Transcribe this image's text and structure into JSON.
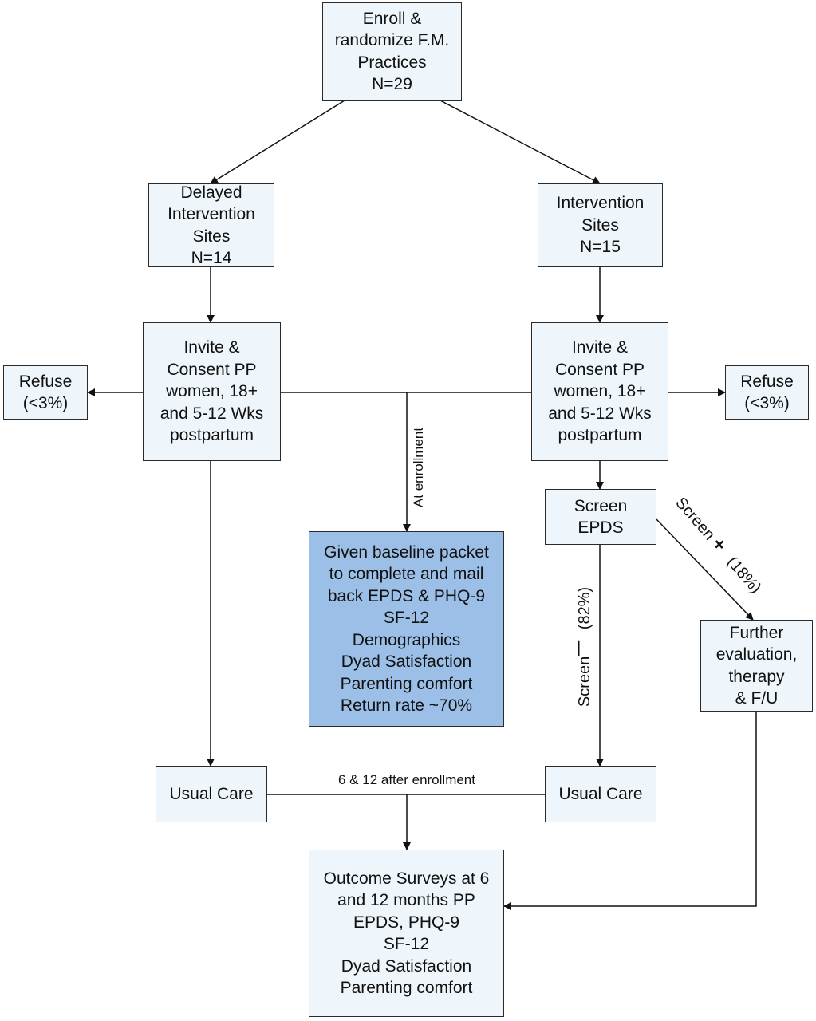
{
  "nodes": {
    "enroll": [
      "Enroll &",
      "randomize F.M.",
      "Practices",
      "N=29"
    ],
    "delayed_sites": [
      "Delayed",
      "Intervention",
      "Sites",
      "N=14"
    ],
    "intervention_sites": [
      "Intervention",
      "Sites",
      "N=15"
    ],
    "invite_left": [
      "Invite &",
      "Consent PP",
      "women, 18+",
      "and 5-12 Wks",
      "postpartum"
    ],
    "invite_right": [
      "Invite &",
      "Consent PP",
      "women, 18+",
      "and 5-12 Wks",
      "postpartum"
    ],
    "refuse_left": [
      "Refuse",
      "(<3%)"
    ],
    "refuse_right": [
      "Refuse",
      "(<3%)"
    ],
    "screen_epds": [
      "Screen",
      "EPDS"
    ],
    "baseline_packet": [
      "Given baseline packet",
      "to complete and mail",
      "back EPDS & PHQ-9",
      "SF-12",
      "Demographics",
      "Dyad Satisfaction",
      "Parenting comfort",
      "Return rate ~70%"
    ],
    "further_eval": [
      "Further",
      "evaluation,",
      "therapy",
      "& F/U"
    ],
    "usual_care_left": [
      "Usual Care"
    ],
    "usual_care_right": [
      "Usual Care"
    ],
    "outcome_surveys": [
      "Outcome Surveys at 6",
      "and 12 months PP",
      "EPDS, PHQ-9",
      "SF-12",
      "Dyad Satisfaction",
      "Parenting comfort"
    ]
  },
  "edge_labels": {
    "at_enrollment": "At enrollment",
    "screen_positive_word": "Screen",
    "screen_positive_sign": "+",
    "screen_positive_pct": "(18%)",
    "screen_negative_word": "Screen",
    "screen_negative_sign": "—",
    "screen_negative_pct": "(82%)",
    "followup": "6 & 12 after enrollment"
  }
}
